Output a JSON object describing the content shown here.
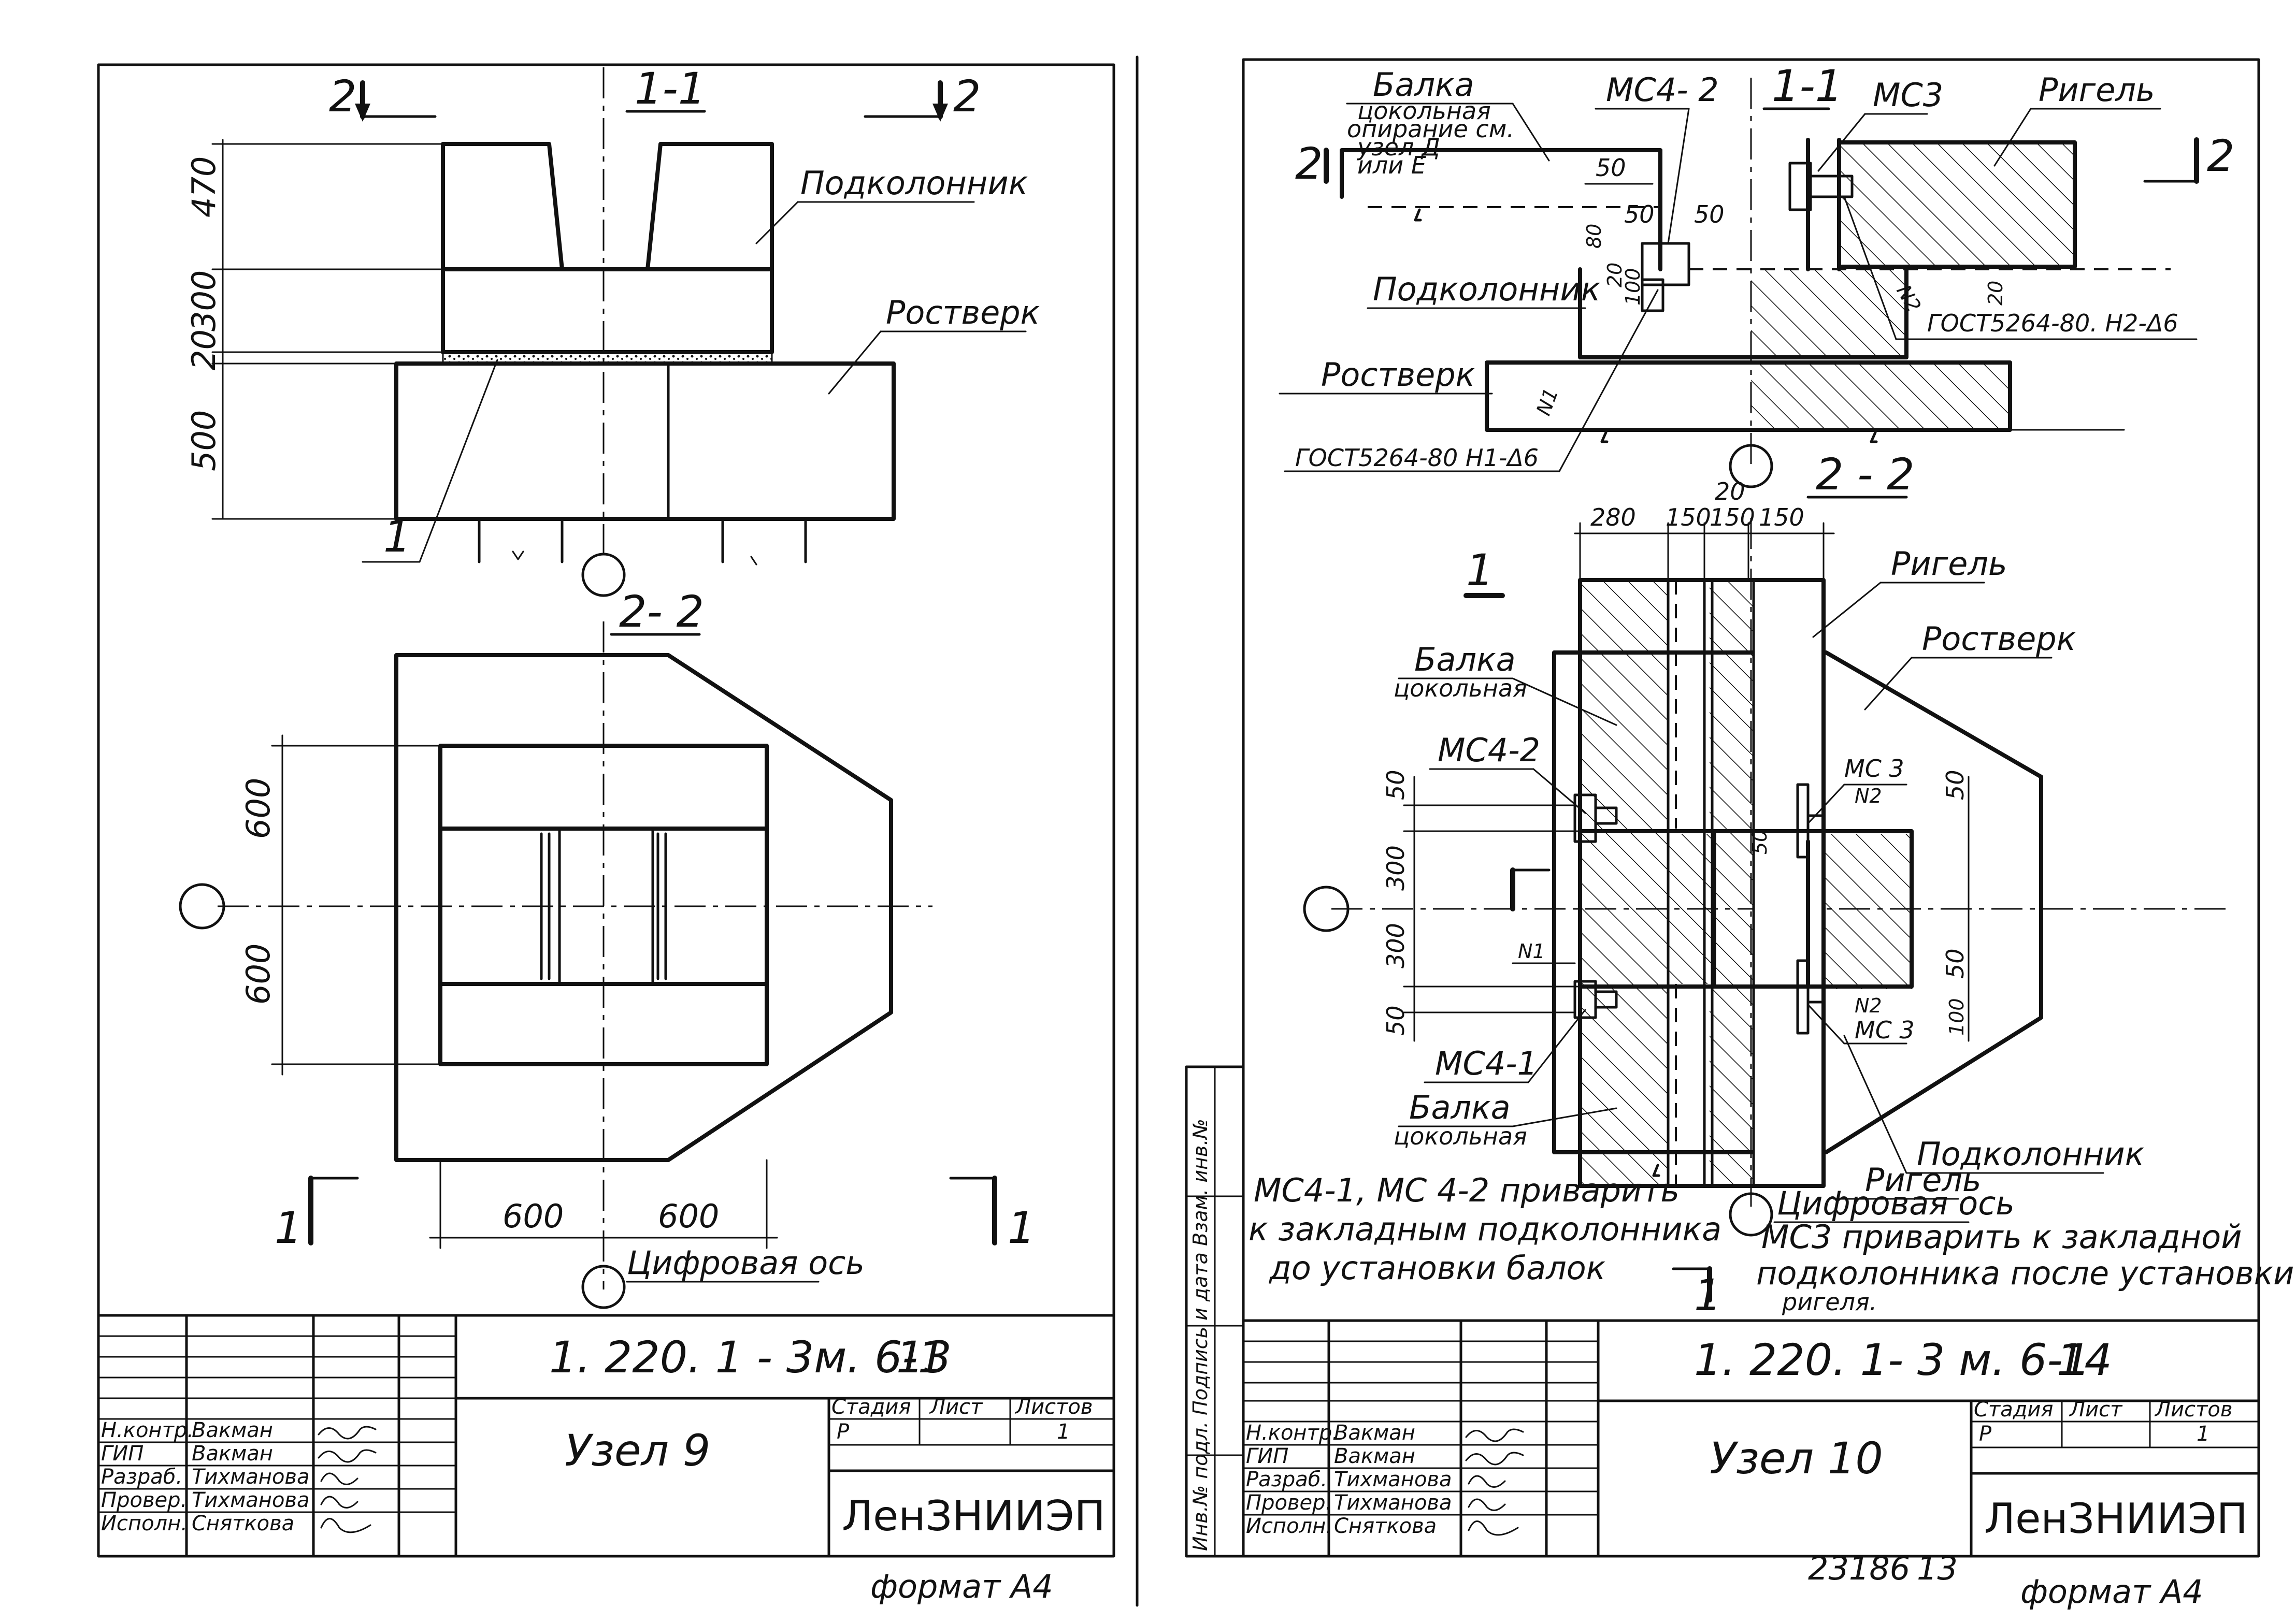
{
  "left_sheet": {
    "section_1_1": "1-1",
    "section_2_2": "2- 2",
    "cut_2": "2",
    "cut_1": "1",
    "dims_vertical": [
      "470",
      "300",
      "20",
      "500"
    ],
    "dims_plan_vertical": [
      "600",
      "600"
    ],
    "dims_plan_horizontal": [
      "600",
      "600"
    ],
    "label_podkolonnik": "Подколонник",
    "label_rostverk": "Ростверк",
    "label_1": "1",
    "label_axis": "Цифровая ось",
    "code": "1. 220. 1 - 3м. 6-1",
    "sheet_no": "13",
    "title": "Узел 9",
    "stage_hdr": "Стадия",
    "list_hdr": "Лист",
    "lists_hdr": "Листов",
    "stage": "Р",
    "lists": "1",
    "org": "ЛенЗНИИЭП",
    "format": "формат А4",
    "roles": [
      "Н.контр.",
      "ГИП",
      "Разраб.",
      "Провер.",
      "Исполн."
    ],
    "names": [
      "Вакман",
      "Вакман",
      "Тихманова",
      "Тихманова",
      "Сняткова"
    ]
  },
  "right_sheet": {
    "section_1_1": "1-1",
    "section_2_2": "2 - 2",
    "cut_2": "2",
    "cut_1": "1",
    "label_balka": "Балка",
    "label_balka_note": [
      "цокольная",
      "опирание см.",
      "узел Д",
      "или Е"
    ],
    "label_mc42": "МС4- 2",
    "label_mc3": "МС3",
    "label_rigel": "Ригель",
    "label_podkolonnik": "Подколонник",
    "label_rostverk": "Ростверк",
    "dims_section": [
      "50",
      "50",
      "50",
      "80",
      "20",
      "100",
      "20"
    ],
    "gost_1": "ГОСТ5264-80. Н2-Δ6",
    "gost_2": "ГОСТ5264-80 Н1-Δ6",
    "mark_n1": "N1",
    "mark_n2": "N2",
    "dim_20": "20",
    "dims_top": [
      "280",
      "150",
      "150",
      "150"
    ],
    "label_rigel_2": "Ригель",
    "label_rostverk_2": "Ростверк",
    "label_balka_2": "Балка",
    "label_cokolnaya": "цокольная",
    "label_mc42_2": "МС4-2",
    "dims_left": [
      "50",
      "300",
      "300",
      "50"
    ],
    "dims_right": [
      "50",
      "50",
      "100",
      "50"
    ],
    "label_mc3_a": "МС 3",
    "label_mc3_b": "МС 3",
    "label_mc41": "МС4-1",
    "label_balka_3": "Балка",
    "label_cokolnaya_3": "цокольная",
    "label_podkolonnik_2": "Подколонник",
    "label_rigel_3": "Ригель",
    "label_axis": "Цифровая ось",
    "note_left": [
      "МС4-1, МС 4-2 приварить",
      "к закладным подколонника",
      "до установки балок"
    ],
    "note_right": [
      "МС3 приварить к закладной",
      "подколонника после установки",
      "ригеля."
    ],
    "code": "1. 220. 1- 3 м. 6-1",
    "sheet_no": "14",
    "title": "Узел 10",
    "stage_hdr": "Стадия",
    "list_hdr": "Лист",
    "lists_hdr": "Листов",
    "stage": "Р",
    "lists": "1",
    "org": "ЛенЗНИИЭП",
    "format": "формат А4",
    "inv_no": "23186",
    "inv_sheet": "13",
    "stamp_side": "Инв.№ подл. Подпись и дата Взам. инв.№",
    "roles": [
      "Н.контр.",
      "ГИП",
      "Разраб.",
      "Провер.",
      "Исполн."
    ],
    "names": [
      "Вакман",
      "Вакман",
      "Тихманова",
      "Тихманова",
      "Сняткова"
    ]
  }
}
